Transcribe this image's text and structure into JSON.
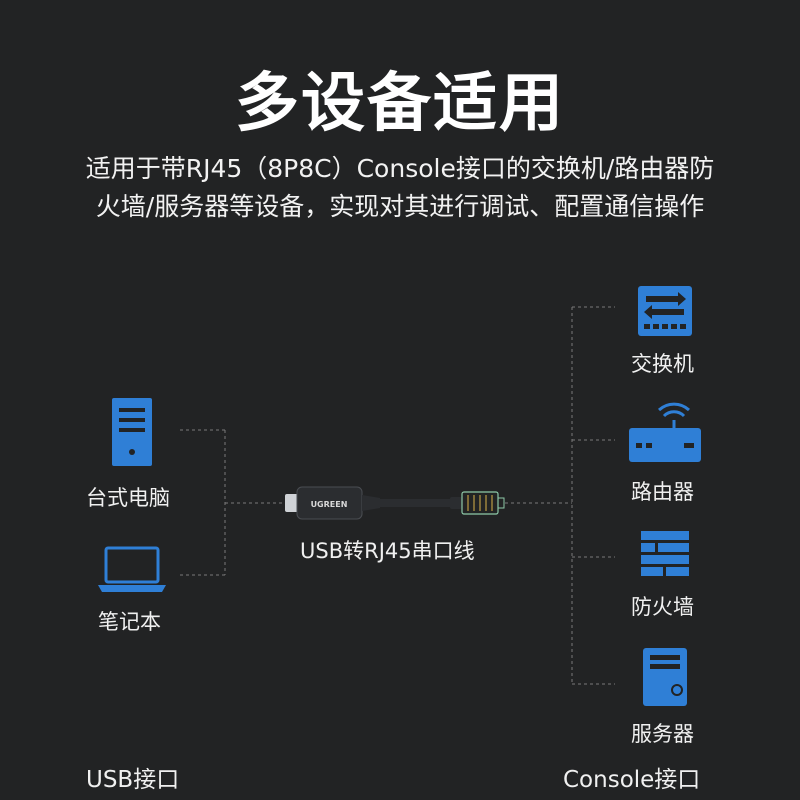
{
  "header": {
    "title": "多设备适用",
    "subtitle_line1": "适用于带RJ45（8P8C）Console接口的交换机/路由器防",
    "subtitle_line2": "火墙/服务器等设备，实现对其进行调试、配置通信操作"
  },
  "left_devices": [
    {
      "label": "台式电脑",
      "icon": "desktop-tower-icon"
    },
    {
      "label": "笔记本",
      "icon": "laptop-icon"
    }
  ],
  "cable": {
    "label": "USB转RJ45串口线",
    "brand_text": "UGREEN"
  },
  "right_devices": [
    {
      "label": "交换机",
      "icon": "switch-icon"
    },
    {
      "label": "路由器",
      "icon": "router-icon"
    },
    {
      "label": "防火墙",
      "icon": "firewall-icon"
    },
    {
      "label": "服务器",
      "icon": "server-icon"
    }
  ],
  "footer": {
    "left": "USB接口",
    "right": "Console接口"
  },
  "colors": {
    "background": "#222324",
    "icon_blue": "#2f7fd6",
    "line_gray": "#7a7a7a"
  }
}
